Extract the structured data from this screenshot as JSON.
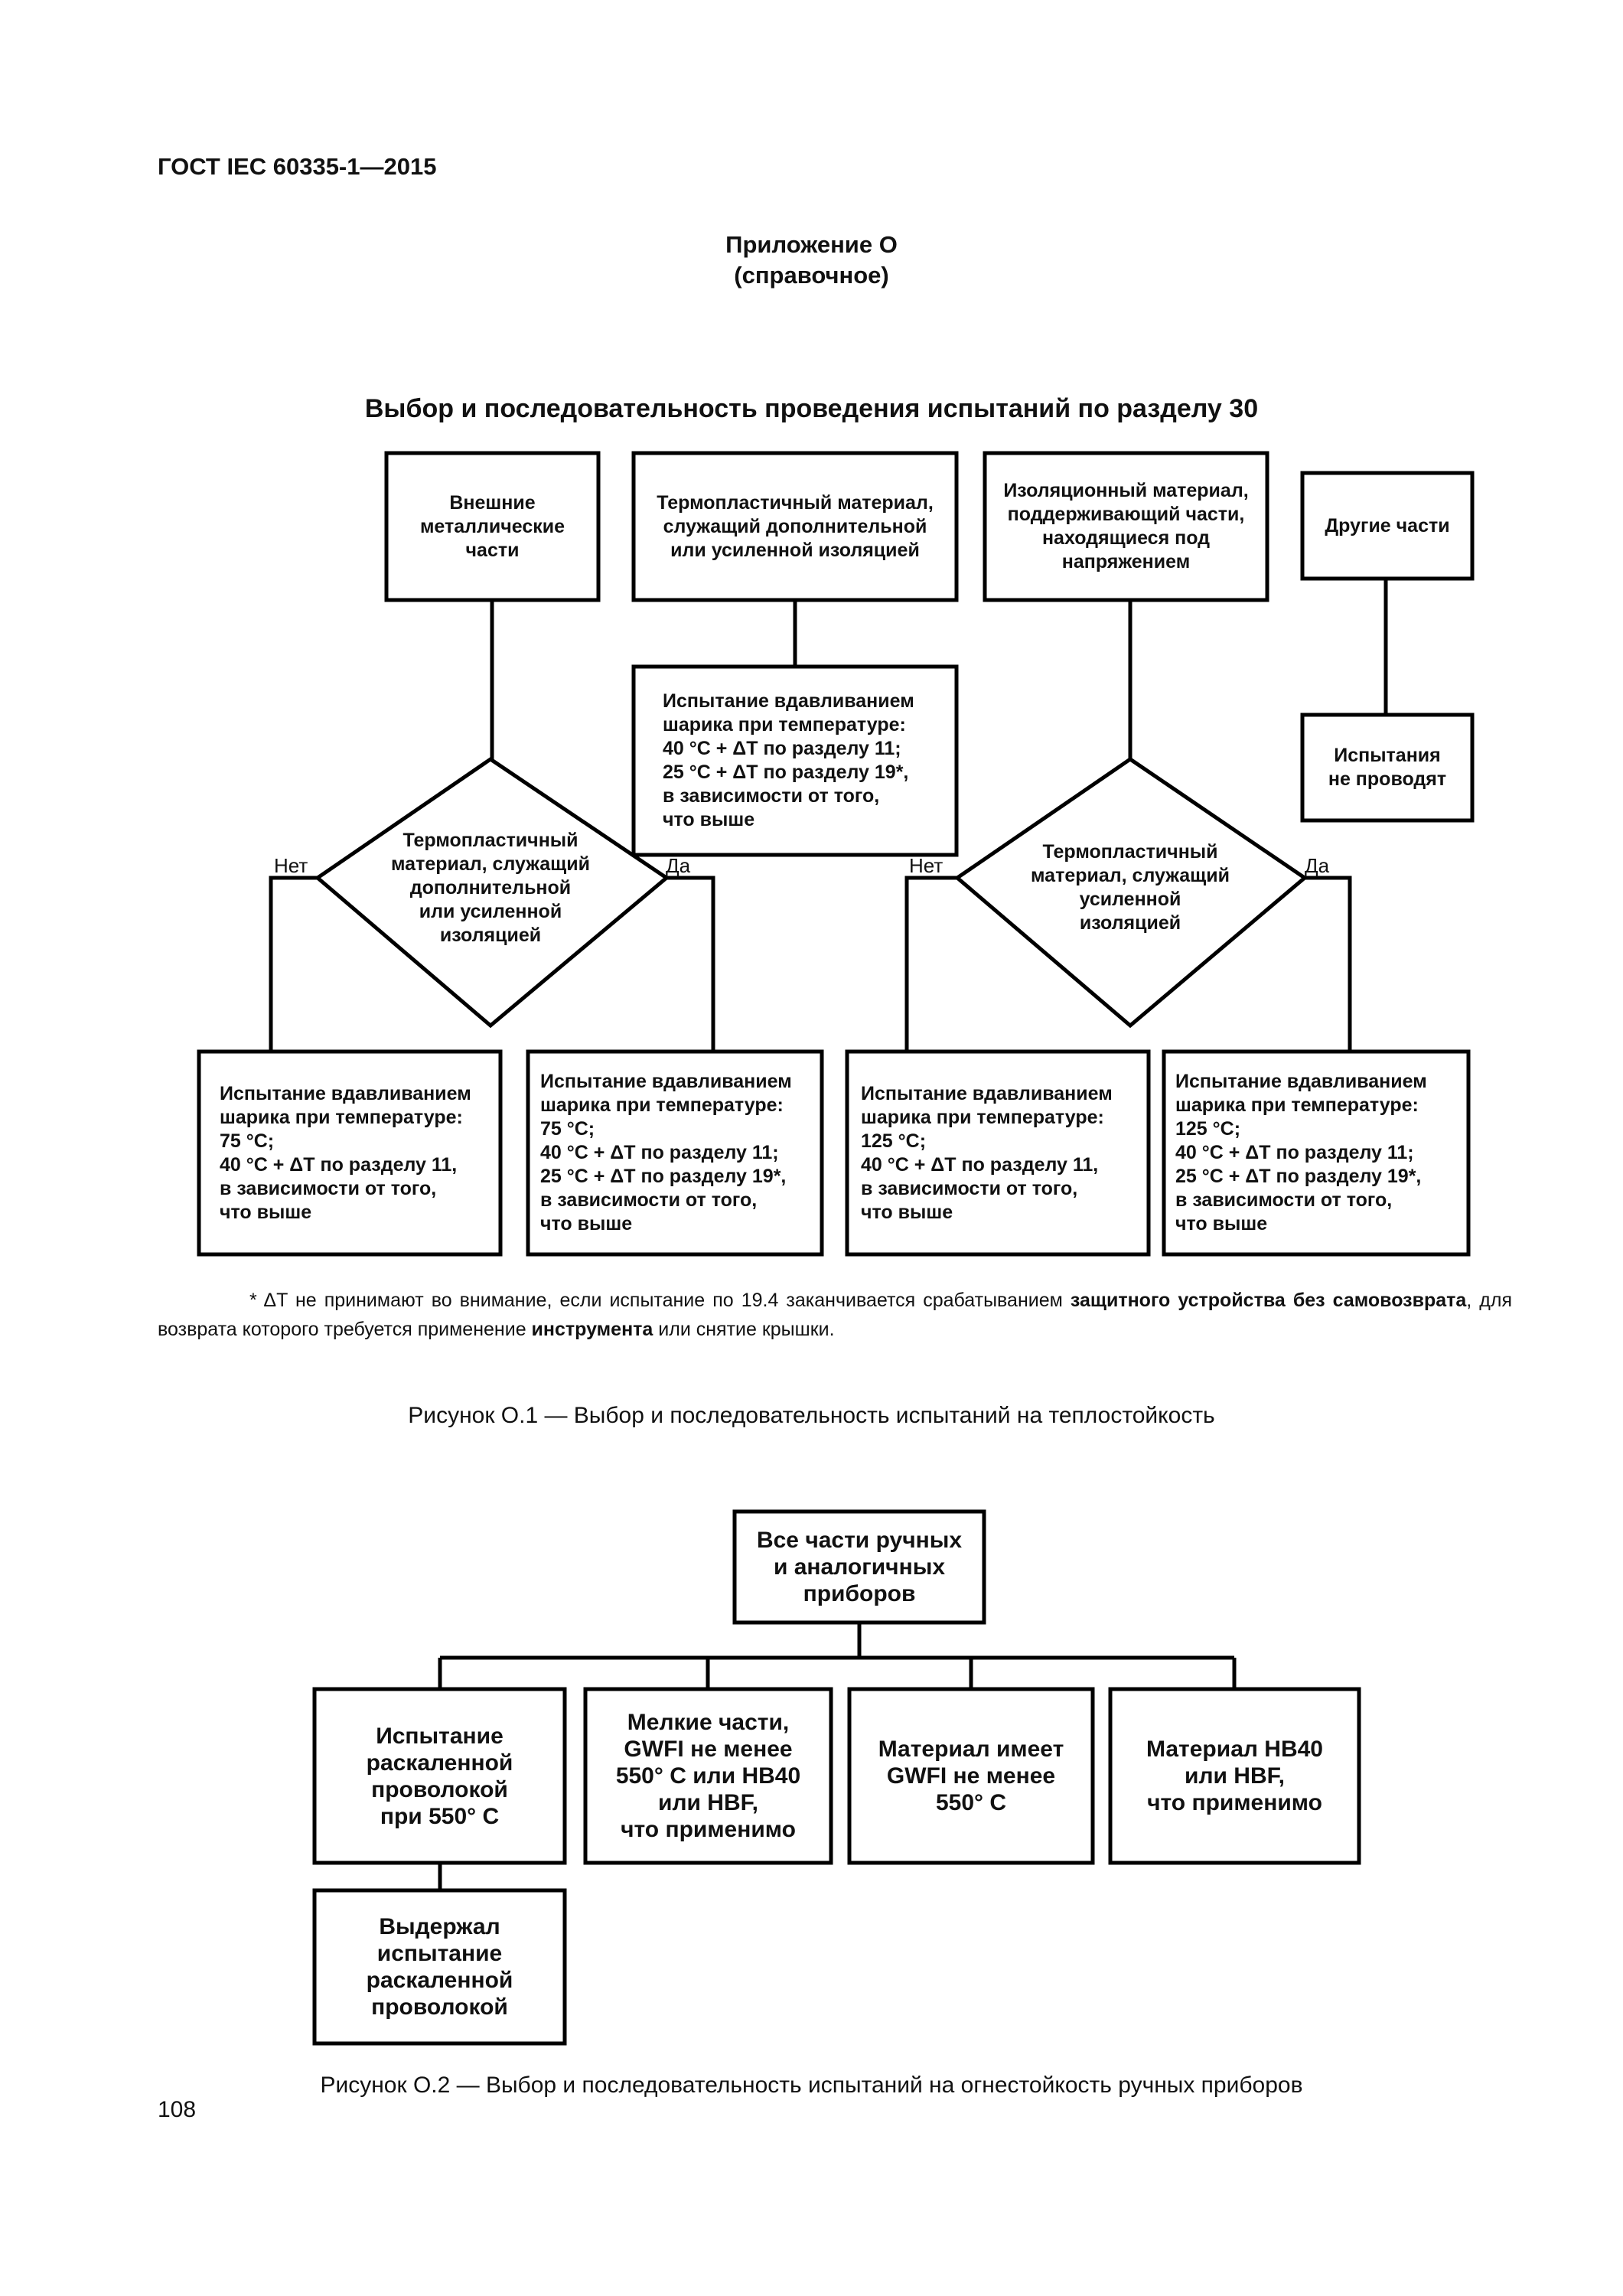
{
  "header": {
    "doc_id": "ГОСТ IEC 60335-1—2015"
  },
  "appendix": {
    "title": "Приложение О",
    "subtitle": "(справочное)"
  },
  "figure1": {
    "title": "Выбор и последовательность проведения испытаний по разделу 30",
    "top_boxes": {
      "external_metal": "Внешние\nметаллические\nчасти",
      "thermo_material": "Термопластичный материал,\nслужащий дополнительной\nили усиленной изоляцией",
      "insulation_live": "Изоляционный материал,\nподдерживающий части,\nнаходящиеся под\nнапряжением",
      "other_parts": "Другие части"
    },
    "ball_test_mid": "Испытание вдавливанием\nшарика при температуре:\n40 °С + ΔT по разделу 11;\n25 °С + ΔT по разделу 19*,\nв зависимости от того,\nчто выше",
    "no_test": "Испытания\nне проводят",
    "decision_left": "Термопластичный\nматериал, служащий\nдополнительной\nили усиленной\nизоляцией",
    "decision_right": "Термопластичный\nматериал, служащий\nусиленной\nизоляцией",
    "label_no": "Нет",
    "label_yes": "Да",
    "bottom_boxes": {
      "b1": "Испытание вдавливанием\nшарика при температуре:\n75 °С;\n40 °С + ΔT по разделу 11,\nв зависимости от того,\nчто выше",
      "b2": "Испытание вдавливанием\nшарика при температуре:\n75 °С;\n40 °С + ΔT по разделу 11;\n25 °С + ΔT по разделу 19*,\nв зависимости от того,\nчто выше",
      "b3": "Испытание вдавливанием\nшарика при температуре:\n125 °С;\n40 °С + ΔT по разделу 11,\nв зависимости от того,\nчто выше",
      "b4": "Испытание вдавливанием\nшарика при температуре:\n125 °С;\n40 °С + ΔT по разделу 11;\n25 °С + ΔT по разделу 19*,\nв зависимости от того,\nчто выше"
    },
    "footnote": {
      "part1": "* ΔT не принимают во внимание, если испытание по 19.4  заканчивается срабатыванием ",
      "bold1": "защитного устройства без самовозврата",
      "part2": ", для возврата которого требуется применение ",
      "bold2": "инструмента",
      "part3": " или снятие крышки."
    },
    "caption": "Рисунок О.1 — Выбор и последовательность испытаний на теплостойкость"
  },
  "figure2": {
    "root": "Все части ручных\nи аналогичных\nприборов",
    "children": {
      "c1": "Испытание\nраскаленной\nпроволокой\nпри 550° С",
      "c2": "Мелкие части,\nGWFI не менее\n550° С или НВ40\nили HBF,\nчто применимо",
      "c3": "Материал имеет\nGWFI не менее\n550° С",
      "c4": "Материал НВ40\nили HBF,\nчто применимо"
    },
    "passed": "Выдержал\nиспытание\nраскаленной\nпроволокой",
    "caption": "Рисунок О.2 — Выбор и последовательность испытаний на огнестойкость ручных приборов"
  },
  "page_number": "108"
}
